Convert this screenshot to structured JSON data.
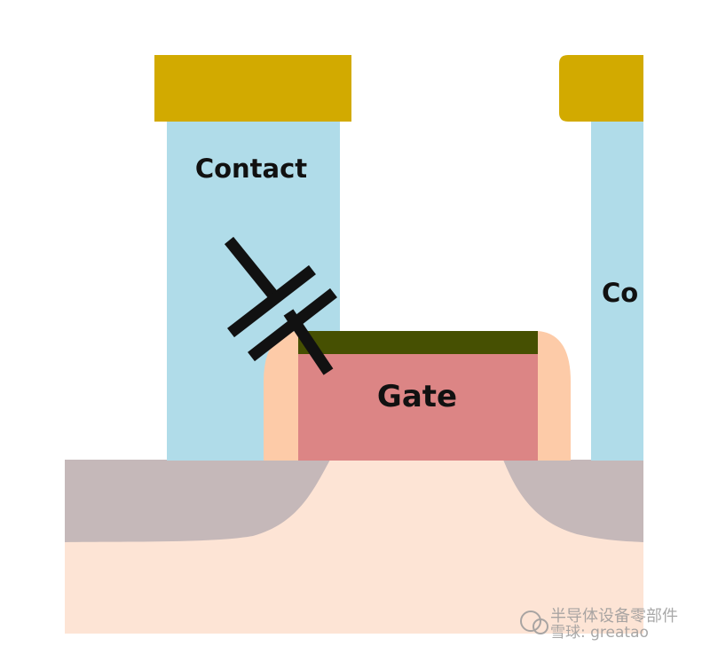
{
  "labels": {
    "contact_left": "Contact",
    "contact_right": "Co",
    "gate": "Gate"
  },
  "watermark": {
    "line1": "半导体设备零部件",
    "line2": "雪球: greatao"
  },
  "colors": {
    "contact_cap": "#d2aa00",
    "contact_body": "#b0dce9",
    "spacer": "#fdcba8",
    "gate_body": "#dc8585",
    "gate_top": "#465002",
    "substrate": "#fde4d5",
    "source_drain": "#c5b8b9",
    "capacitor": "#111111"
  }
}
